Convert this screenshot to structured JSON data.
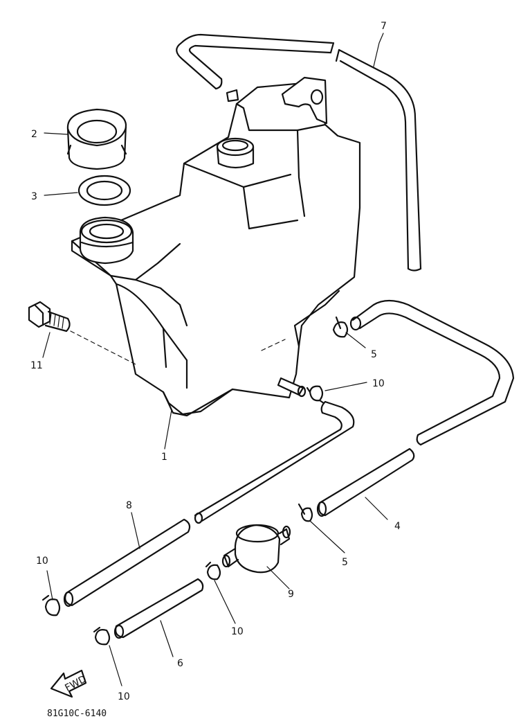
{
  "diagram": {
    "callouts": [
      {
        "id": "c1",
        "text": "1"
      },
      {
        "id": "c2",
        "text": "2"
      },
      {
        "id": "c3",
        "text": "3"
      },
      {
        "id": "c4",
        "text": "4"
      },
      {
        "id": "c5a",
        "text": "5"
      },
      {
        "id": "c5b",
        "text": "5"
      },
      {
        "id": "c6",
        "text": "6"
      },
      {
        "id": "c7",
        "text": "7"
      },
      {
        "id": "c8",
        "text": "8"
      },
      {
        "id": "c9",
        "text": "9"
      },
      {
        "id": "c10a",
        "text": "10"
      },
      {
        "id": "c10b",
        "text": "10"
      },
      {
        "id": "c10c",
        "text": "10"
      },
      {
        "id": "c10d",
        "text": "10"
      },
      {
        "id": "c11",
        "text": "11"
      }
    ],
    "fwd_label": "FWD",
    "drawing_code": "81G10C-6140"
  }
}
